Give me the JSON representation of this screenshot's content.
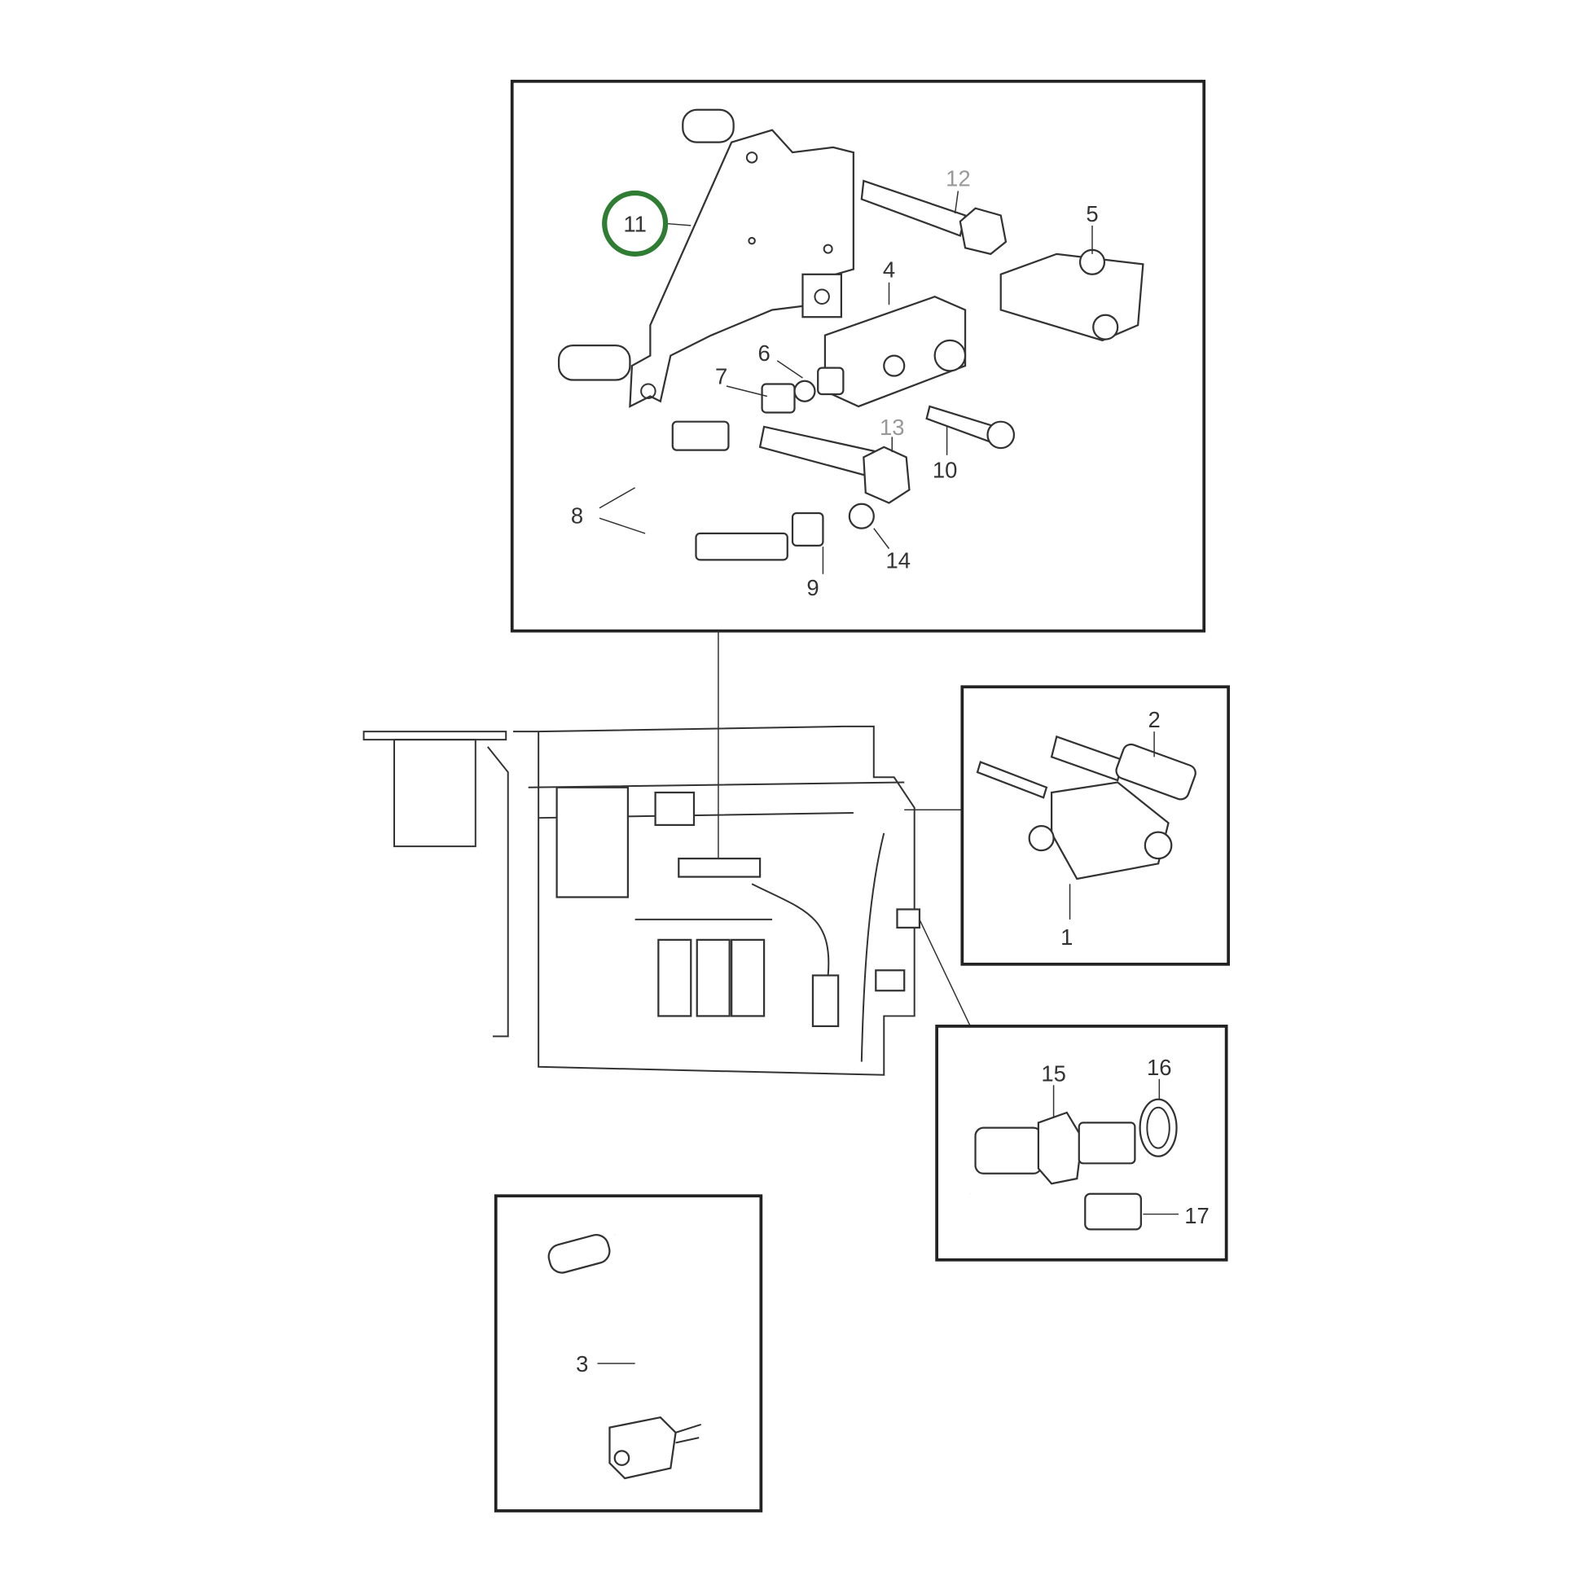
{
  "diagram": {
    "highlight_color": "#2e7d32",
    "callouts": {
      "c1": "1",
      "c2": "2",
      "c3": "3",
      "c4": "4",
      "c5": "5",
      "c6": "6",
      "c7": "7",
      "c8": "8",
      "c9": "9",
      "c10": "10",
      "c11": "11",
      "c12": "12",
      "c13": "13",
      "c14": "14",
      "c15": "15",
      "c16": "16",
      "c17": "17"
    },
    "highlighted_callout": "11"
  }
}
